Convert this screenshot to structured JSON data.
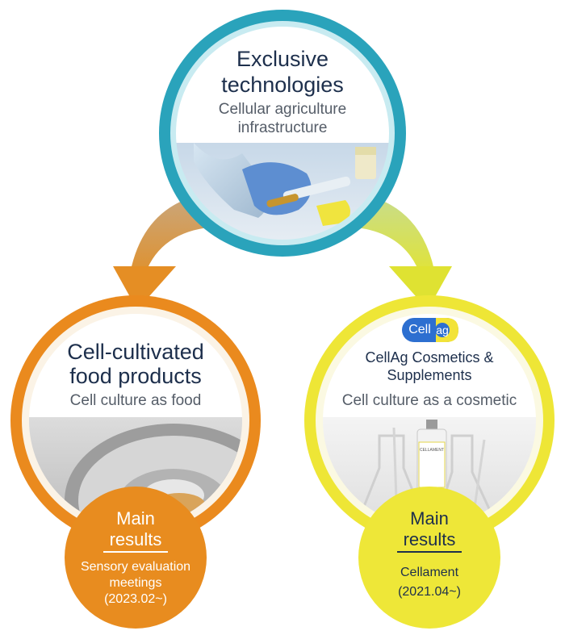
{
  "top": {
    "title_line1": "Exclusive",
    "title_line2": "technologies",
    "subtitle_line1": "Cellular agriculture",
    "subtitle_line2": "infrastructure"
  },
  "left": {
    "title_line1": "Cell-cultivated",
    "title_line2": "food products",
    "subtitle": "Cell culture as food",
    "main_results_line1": "Main",
    "main_results_line2": "results",
    "detail_line1": "Sensory evaluation",
    "detail_line2": "meetings",
    "detail_line3": "(2023.02~)"
  },
  "right": {
    "logo_text_cell": "Cell",
    "logo_text_ag": "ag",
    "title_line1": "CellAg Cosmetics &",
    "title_line2": "Supplements",
    "subtitle": "Cell culture as a cosmetic",
    "bottle_label": "CELLAMENT",
    "main_results_line1": "Main",
    "main_results_line2": "results",
    "detail_line1": "Cellament",
    "detail_line2": "(2021.04~)"
  },
  "colors": {
    "teal": "#2aa3bb",
    "orange": "#ea8a1e",
    "yellow": "#f0e63a",
    "navy": "#1d2f4c"
  }
}
